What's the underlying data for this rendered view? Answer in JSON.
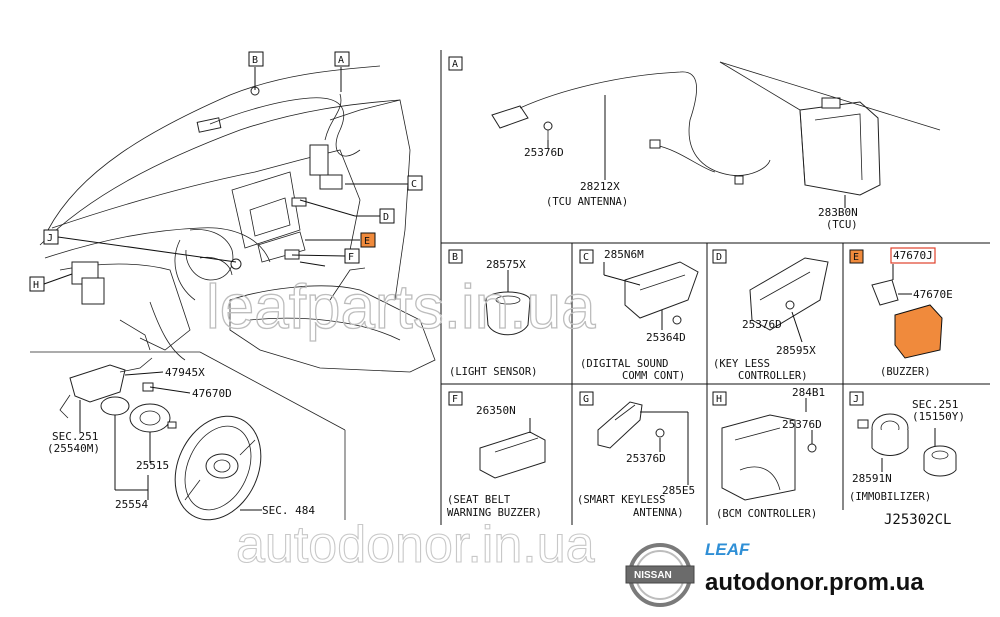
{
  "main": {
    "callouts": [
      "A",
      "B",
      "C",
      "D",
      "E",
      "F",
      "H",
      "J"
    ],
    "left_parts": {
      "p47945x": "47945X",
      "p47670d": "47670D",
      "sec251_line1": "SEC.251",
      "sec251_line2": "(25540M)",
      "p25515": "25515",
      "p25554": "25554",
      "sec484": "SEC. 484"
    }
  },
  "panels": {
    "A": {
      "letter": "A",
      "p25376d": "25376D",
      "p28212x": "28212X",
      "p28212x_name": "(TCU ANTENNA)",
      "p283b0n": "283B0N",
      "p283b0n_name": "(TCU)"
    },
    "B": {
      "letter": "B",
      "part": "28575X",
      "caption": "(LIGHT SENSOR)"
    },
    "C": {
      "letter": "C",
      "part1": "285N6M",
      "part2": "25364D",
      "caption1": "(DIGITAL SOUND",
      "caption2": "COMM CONT)"
    },
    "D": {
      "letter": "D",
      "part1": "25376D",
      "part2": "28595X",
      "caption1": "(KEY LESS",
      "caption2": "CONTROLLER)"
    },
    "E": {
      "letter": "E",
      "part1": "47670J",
      "part2": "47670E",
      "caption": "(BUZZER)",
      "accent": "#f08a3c"
    },
    "F": {
      "letter": "F",
      "part": "26350N",
      "caption1": "(SEAT BELT",
      "caption2": "WARNING BUZZER)"
    },
    "G": {
      "letter": "G",
      "part1": "25376D",
      "part2": "285E5",
      "caption1": "(SMART KEYLESS",
      "caption2": "ANTENNA)"
    },
    "H": {
      "letter": "H",
      "part1": "284B1",
      "part2": "25376D",
      "caption": "(BCM CONTROLLER)"
    },
    "J": {
      "letter": "J",
      "part1": "SEC.251",
      "part1b": "(15150Y)",
      "part2": "28591N",
      "caption": "(IMMOBILIZER)"
    }
  },
  "diagram_code": "J25302CL",
  "watermarks": {
    "wm1": "leafparts.in.ua",
    "wm2": "autodonor.in.ua"
  },
  "branding": {
    "leaf": "LEAF",
    "nissan": "NISSAN",
    "site": "autodonor.prom.ua",
    "leaf_color": "#2f8fd6"
  }
}
